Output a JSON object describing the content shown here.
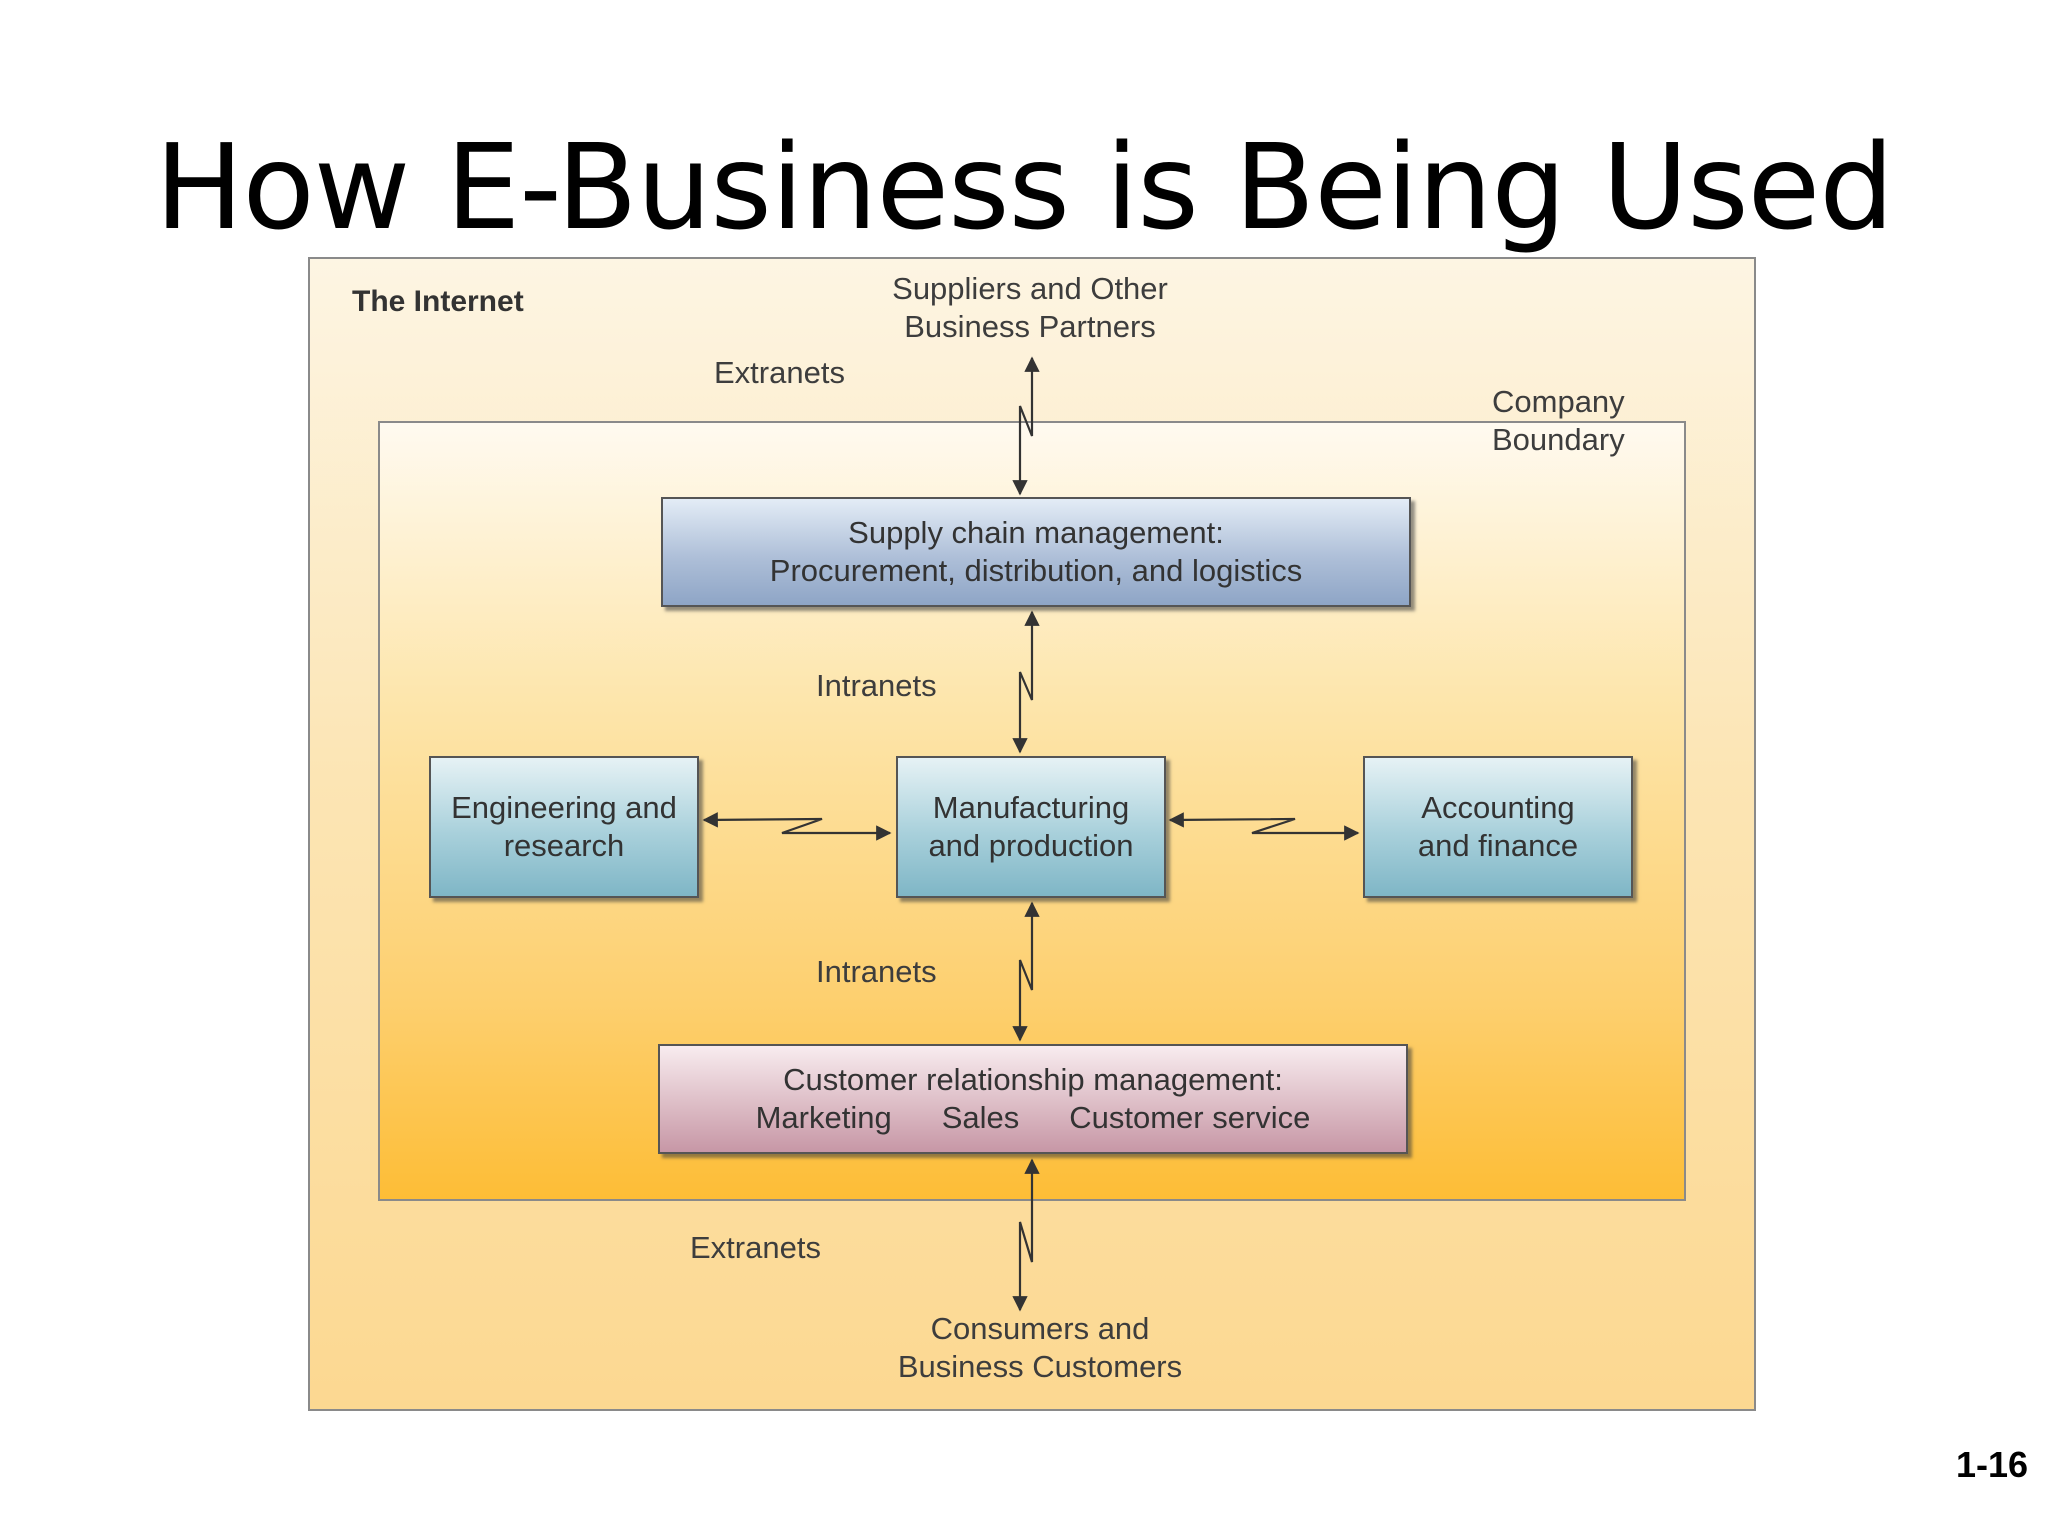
{
  "title": "How E-Business is Being Used",
  "page_number": "1-16",
  "diagram": {
    "internet_label": "The Internet",
    "company_boundary_label": [
      "Company",
      "Boundary"
    ],
    "suppliers": [
      "Suppliers and Other",
      "Business Partners"
    ],
    "consumers": [
      "Consumers and",
      "Business Customers"
    ],
    "extranets_top": "Extranets",
    "extranets_bottom": "Extranets",
    "intranets_top": "Intranets",
    "intranets_bottom": "Intranets",
    "scm": [
      "Supply chain management:",
      "Procurement, distribution, and logistics"
    ],
    "engineering": [
      "Engineering and",
      "research"
    ],
    "manufacturing": [
      "Manufacturing",
      "and production"
    ],
    "accounting": [
      "Accounting",
      "and finance"
    ],
    "crm": {
      "heading": "Customer relationship management:",
      "items": [
        "Marketing",
        "Sales",
        "Customer service"
      ]
    },
    "colors": {
      "scm_box": "#aebfd8",
      "function_box": "#a8d0db",
      "crm_box": "#ddbdc6",
      "company_fill": "#fdbd36",
      "internet_fill": "#fce5b4"
    }
  }
}
